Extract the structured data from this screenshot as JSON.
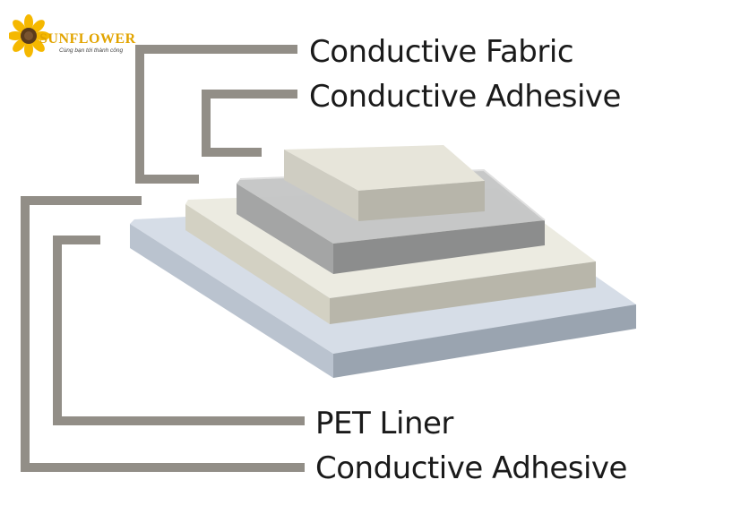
{
  "logo": {
    "brand": "SUNFLOWER",
    "tagline": "Cùng bạn tới thành công",
    "colors": {
      "petal": "#f5b800",
      "center": "#5a3b1c"
    }
  },
  "labels": {
    "conductive_fabric": "Conductive Fabric",
    "conductive_adhesive_top": "Conductive Adhesive",
    "pet_liner": "PET Liner",
    "conductive_adhesive_bottom": "Conductive Adhesive"
  },
  "layers": [
    {
      "name": "Conductive Fabric",
      "color": "#e4e2d6"
    },
    {
      "name": "Conductive Adhesive",
      "color": "#a9aaaa"
    },
    {
      "name": "PET Liner",
      "color": "#ebe9de"
    },
    {
      "name": "Conductive Adhesive",
      "color": "#c9d1dc"
    }
  ],
  "colors": {
    "leader_line": "#928e87",
    "text": "#1a1a1a"
  }
}
